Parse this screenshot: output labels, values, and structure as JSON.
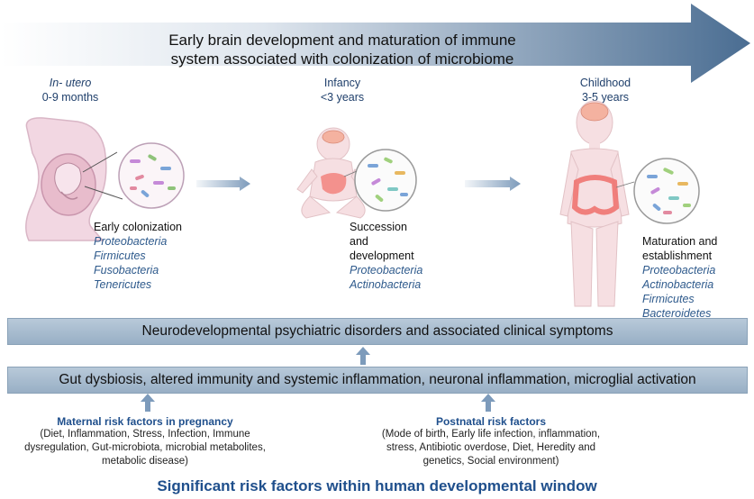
{
  "top_arrow": {
    "line1": "Early brain development and maturation of immune",
    "line2": "system associated with colonization of microbiome"
  },
  "stages": {
    "in_utero": {
      "name": "In- utero",
      "range": "0-9 months"
    },
    "infancy": {
      "name": "Infancy",
      "range": "<3 years"
    },
    "childhood": {
      "name": "Childhood",
      "range": "3-5 years"
    }
  },
  "colonization": {
    "early": {
      "title": "Early colonization",
      "bacteria": [
        "Proteobacteria",
        "Firmicutes",
        "Fusobacteria",
        "Tenericutes"
      ]
    },
    "succession": {
      "title_lines": [
        "Succession",
        "and",
        "development"
      ],
      "bacteria": [
        "Proteobacteria",
        "Actinobacteria"
      ]
    },
    "maturation": {
      "title_lines": [
        "Maturation and",
        "establishment"
      ],
      "bacteria": [
        "Proteobacteria",
        "Actinobacteria",
        "Firmicutes",
        "Bacteroidetes"
      ]
    }
  },
  "bars": {
    "disorders": "Neurodevelopmental psychiatric disorders and associated clinical symptoms",
    "dysbiosis": "Gut dysbiosis, altered immunity and systemic inflammation, neuronal inflammation, microglial activation"
  },
  "risk_factors": {
    "maternal": {
      "title": "Maternal risk factors in pregnancy",
      "lines": [
        "(Diet, Inflammation, Stress, Infection, Immune",
        "dysregulation, Gut-microbiota, microbial metabolites,",
        "metabolic disease)"
      ]
    },
    "postnatal": {
      "title": "Postnatal risk factors",
      "lines": [
        "(Mode of birth, Early life infection, inflammation,",
        "stress, Antibiotic overdose,  Diet, Heredity and",
        "genetics, Social environment)"
      ]
    }
  },
  "footer": "Significant risk factors within human developmental window"
}
